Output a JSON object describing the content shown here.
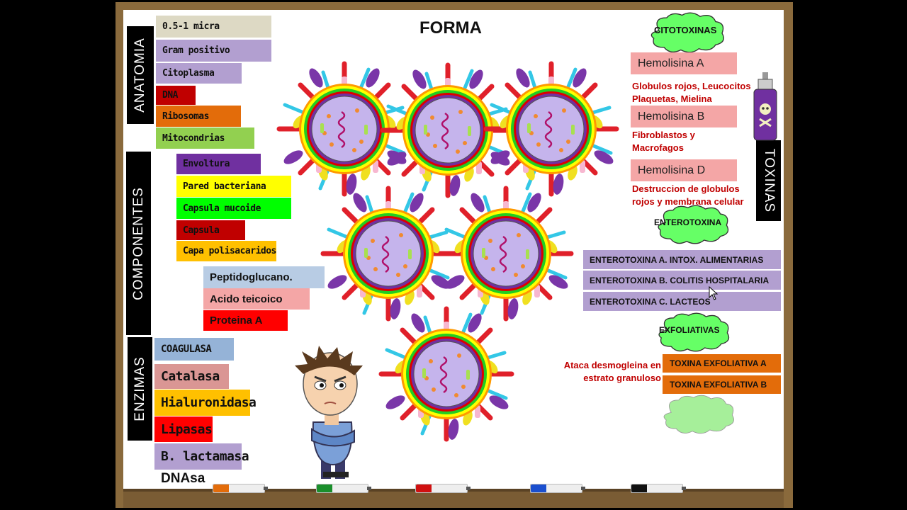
{
  "title": "FORMA",
  "sections": {
    "anatomia": "ANATOMIA",
    "componentes": "COMPONENTES",
    "enzimas": "ENZIMAS",
    "toxinas": "TOXINAS"
  },
  "anatomia": [
    "0.5-1 micra",
    "Gram positivo",
    "Citoplasma",
    "DNA",
    "Ribosomas",
    "Mitocondrias"
  ],
  "componentes": [
    "Envoltura",
    "Pared bacteriana",
    "Capsula mucoide",
    "Capsula",
    "Capa polisacaridos"
  ],
  "pared": [
    "Peptidoglucano.",
    "Acido teicoico",
    "Proteina A"
  ],
  "enzimas": [
    "COAGULASA",
    "Catalasa",
    "Hialuronidasa",
    "Lipasas",
    "B. lactamasa",
    "DNAsa"
  ],
  "citotoxinas": {
    "label": "CITOTOXINAS",
    "items": [
      {
        "name": "Hemolisina A",
        "note1": "Globulos rojos, Leucocitos",
        "note2": "Plaquetas,  Mielina"
      },
      {
        "name": "Hemolisina B",
        "note1": "Fibroblastos  y",
        "note2": "Macrofagos"
      },
      {
        "name": "Hemolisina D",
        "note1": "Destruccion de globulos",
        "note2": "rojos y membrana celular"
      }
    ]
  },
  "enterotoxina": {
    "label": "ENTEROTOXINA",
    "items": [
      "ENTEROTOXINA A. INTOX.  ALIMENTARIAS",
      "ENTEROTOXINA B. COLITIS HOSPITALARIA",
      "ENTEROTOXINA C. LACTEOS"
    ]
  },
  "exfoliativas": {
    "label": "EXFOLIATIVAS",
    "note1": "Ataca  desmogleina  en",
    "note2": "estrato granuloso",
    "items": [
      "TOXINA EXFOLIATIVA A",
      "TOXINA EXFOLIATIVA B"
    ]
  },
  "colors": {
    "purple": "#7030a0",
    "yellow": "#ffff00",
    "green": "#00ff00",
    "dark_red": "#c00000",
    "gold": "#ffc000",
    "light_blue": "#b8cce4",
    "pink": "#f4a6a6",
    "red": "#ff0000",
    "lavender": "#b29fd0",
    "orange": "#e36c0a",
    "cloud_green": "#66ff66"
  },
  "icons": [
    "bacterium-icon",
    "poison-can-icon",
    "thinking-boy-icon",
    "cursor-icon"
  ]
}
